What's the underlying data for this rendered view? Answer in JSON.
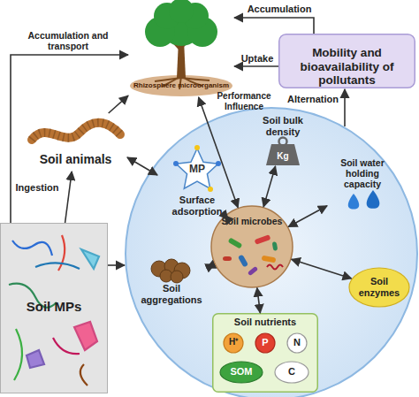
{
  "diagram": {
    "nodes": [
      {
        "text": [
          "Rhizosphere microorganism"
        ]
      },
      {
        "text": [
          "Mobility and bioavailability of pollutants"
        ]
      },
      {
        "text": [
          "Soil animals"
        ]
      },
      {
        "text": [
          "Soil MPs"
        ]
      },
      {
        "text": [
          "Soil bulk density",
          "Kg"
        ]
      },
      {
        "text": [
          "MP",
          "Surface adsorption"
        ]
      },
      {
        "text": [
          "Soil microbes"
        ]
      },
      {
        "text": [
          "Soil water holding capacity"
        ]
      },
      {
        "text": [
          "Soil aggregations"
        ]
      },
      {
        "text": [
          "Soil enzymes"
        ]
      },
      {
        "text": [
          "Soil nutrients"
        ]
      },
      {
        "text": [
          "H⁺"
        ],
        "in": 10
      },
      {
        "text": [
          "P"
        ],
        "in": 10
      },
      {
        "text": [
          "N"
        ],
        "in": 10
      },
      {
        "text": [
          "SOM"
        ],
        "in": 10
      },
      {
        "text": [
          "C"
        ],
        "in": 10
      }
    ],
    "edges": [
      {
        "from": 3,
        "to": 0,
        "arrow": "to",
        "label": "Accumulation and transport"
      },
      {
        "from": 1,
        "to": 0,
        "arrow": "to",
        "label": "Accumulation"
      },
      {
        "from": 1,
        "to": 0,
        "arrow": "to",
        "label": "Uptake"
      },
      {
        "from": 6,
        "to": 0,
        "arrow": "both",
        "label": "Performance Influence"
      },
      {
        "from": 3,
        "to": 2,
        "arrow": "to",
        "label": "Ingestion"
      },
      {
        "from": 2,
        "to": 0,
        "arrow": "to"
      },
      {
        "from": 6,
        "to": 5,
        "arrow": "both"
      },
      {
        "from": 6,
        "to": 4,
        "arrow": "both"
      },
      {
        "from": 6,
        "to": 7,
        "arrow": "both"
      },
      {
        "from": 6,
        "to": 8,
        "arrow": "both"
      },
      {
        "from": 6,
        "to": 9,
        "arrow": "both"
      },
      {
        "from": 6,
        "to": 10,
        "arrow": "both"
      }
    ],
    "labels": [
      "Alternation"
    ]
  }
}
